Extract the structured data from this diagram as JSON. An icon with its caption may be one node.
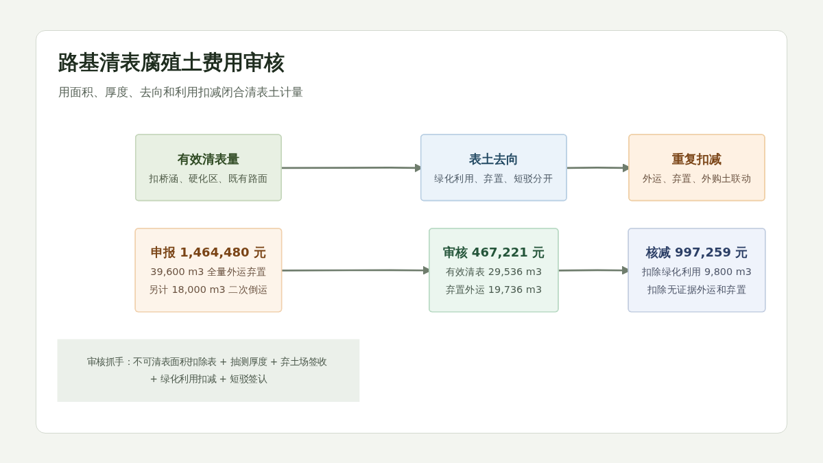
{
  "diagram": {
    "title": "路基清表腐殖土费用审核",
    "nodes": [
      {
        "text": [
          "有效清表量",
          "扣桥涵、硬化区、既有路面"
        ]
      },
      {
        "text": [
          "表土去向",
          "绿化利用、弃置、短驳分开"
        ]
      },
      {
        "text": [
          "重复扣减",
          "外运、弃置、外购土联动"
        ]
      },
      {
        "text": [
          "申报 1,464,480 元",
          "39,600 m3 全量外运弃置",
          "另计 18,000 m3 二次倒运"
        ]
      },
      {
        "text": [
          "审核 467,221 元",
          "有效清表 29,536 m3",
          "弃置外运 19,736 m3"
        ]
      },
      {
        "text": [
          "核减 997,259 元",
          "扣除绿化利用 9,800 m3",
          "扣除无证据外运和弃置"
        ]
      },
      {
        "text": [
          "审核抓手：不可清表面积扣除表 + 抽测厚度 + 弃土场签收 + 绿化利用扣减 + 短驳签认"
        ]
      }
    ],
    "edges": [
      {
        "from": 0,
        "to": 1,
        "arrow": "to"
      },
      {
        "from": 1,
        "to": 2,
        "arrow": "to"
      },
      {
        "from": 3,
        "to": 4,
        "arrow": "to"
      },
      {
        "from": 4,
        "to": 5,
        "arrow": "to"
      }
    ],
    "labels": [
      "用面积、厚度、去向和利用扣减闭合清表土计量"
    ]
  }
}
